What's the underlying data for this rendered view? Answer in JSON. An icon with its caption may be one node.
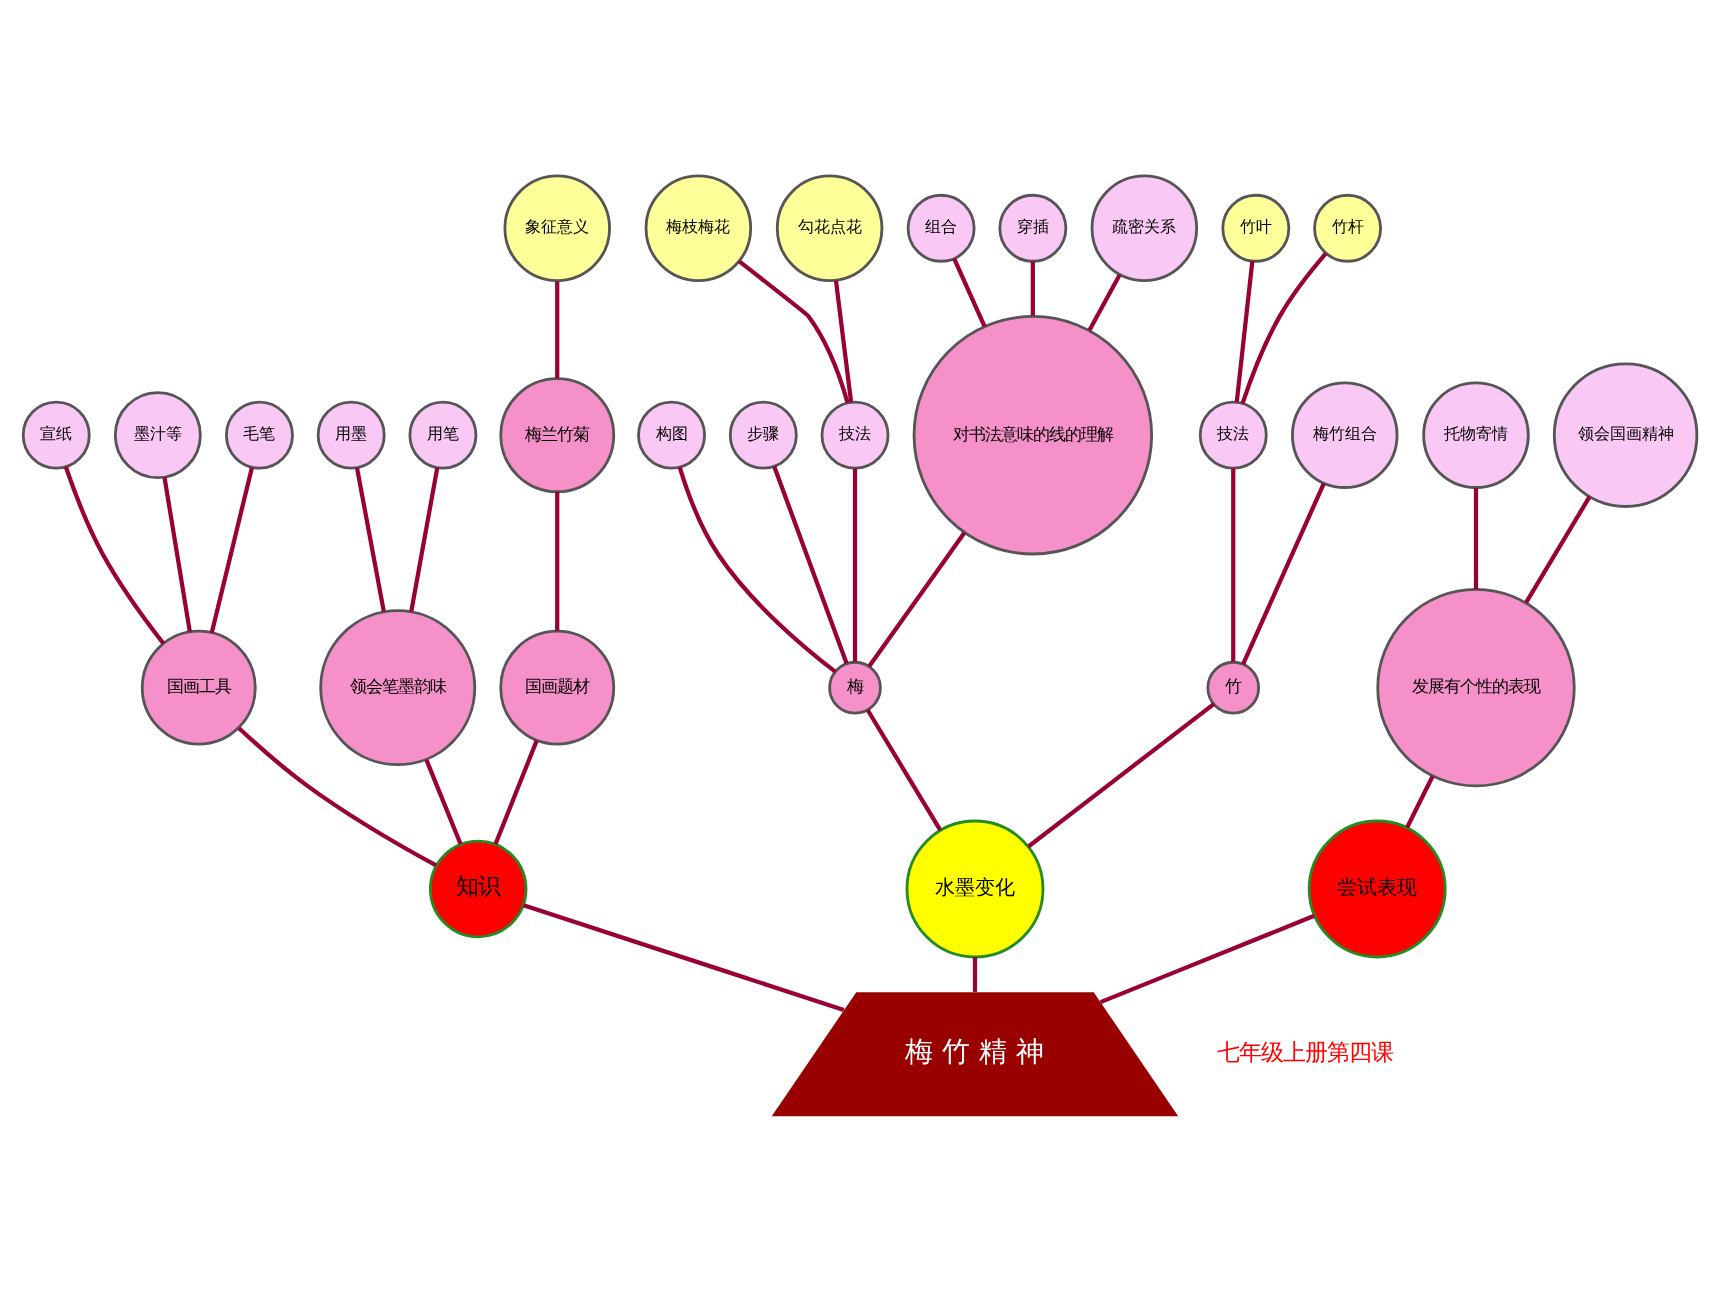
{
  "diagram": {
    "nodes": [
      {
        "text": [
          "梅 竹 精 神"
        ]
      },
      {
        "text": [
          "知识"
        ]
      },
      {
        "text": [
          "国画工具"
        ]
      },
      {
        "text": [
          "宣纸"
        ]
      },
      {
        "text": [
          "墨汁等"
        ]
      },
      {
        "text": [
          "毛笔"
        ]
      },
      {
        "text": [
          "领会笔墨韵味"
        ]
      },
      {
        "text": [
          "用墨"
        ]
      },
      {
        "text": [
          "用笔"
        ]
      },
      {
        "text": [
          "国画题材"
        ]
      },
      {
        "text": [
          "梅兰竹菊"
        ]
      },
      {
        "text": [
          "象征意义"
        ]
      },
      {
        "text": [
          "水墨变化"
        ]
      },
      {
        "text": [
          "梅"
        ]
      },
      {
        "text": [
          "构图"
        ]
      },
      {
        "text": [
          "步骤"
        ]
      },
      {
        "text": [
          "技法"
        ]
      },
      {
        "text": [
          "梅枝梅花"
        ]
      },
      {
        "text": [
          "勾花点花"
        ]
      },
      {
        "text": [
          "对书法意味的线的理解"
        ]
      },
      {
        "text": [
          "组合"
        ]
      },
      {
        "text": [
          "穿插"
        ]
      },
      {
        "text": [
          "疏密关系"
        ]
      },
      {
        "text": [
          "竹"
        ]
      },
      {
        "text": [
          "技法"
        ]
      },
      {
        "text": [
          "竹叶"
        ]
      },
      {
        "text": [
          "竹杆"
        ]
      },
      {
        "text": [
          "梅竹组合"
        ]
      },
      {
        "text": [
          "尝试表现"
        ]
      },
      {
        "text": [
          "发展有个性的表现"
        ]
      },
      {
        "text": [
          "托物寄情"
        ]
      },
      {
        "text": [
          "领会国画精神"
        ]
      }
    ],
    "edges": [
      {
        "from": 0,
        "to": 1,
        "arrow": "none"
      },
      {
        "from": 1,
        "to": 2,
        "arrow": "none"
      },
      {
        "from": 2,
        "to": 3,
        "arrow": "none"
      },
      {
        "from": 2,
        "to": 4,
        "arrow": "none"
      },
      {
        "from": 2,
        "to": 5,
        "arrow": "none"
      },
      {
        "from": 1,
        "to": 6,
        "arrow": "none"
      },
      {
        "from": 6,
        "to": 7,
        "arrow": "none"
      },
      {
        "from": 6,
        "to": 8,
        "arrow": "none"
      },
      {
        "from": 1,
        "to": 9,
        "arrow": "none"
      },
      {
        "from": 9,
        "to": 10,
        "arrow": "none"
      },
      {
        "from": 10,
        "to": 11,
        "arrow": "none"
      },
      {
        "from": 0,
        "to": 12,
        "arrow": "none"
      },
      {
        "from": 12,
        "to": 13,
        "arrow": "none"
      },
      {
        "from": 13,
        "to": 14,
        "arrow": "none"
      },
      {
        "from": 13,
        "to": 15,
        "arrow": "none"
      },
      {
        "from": 13,
        "to": 16,
        "arrow": "none"
      },
      {
        "from": 16,
        "to": 17,
        "arrow": "none"
      },
      {
        "from": 16,
        "to": 18,
        "arrow": "none"
      },
      {
        "from": 13,
        "to": 19,
        "arrow": "none"
      },
      {
        "from": 19,
        "to": 20,
        "arrow": "none"
      },
      {
        "from": 19,
        "to": 21,
        "arrow": "none"
      },
      {
        "from": 19,
        "to": 22,
        "arrow": "none"
      },
      {
        "from": 12,
        "to": 23,
        "arrow": "none"
      },
      {
        "from": 23,
        "to": 24,
        "arrow": "none"
      },
      {
        "from": 24,
        "to": 25,
        "arrow": "none"
      },
      {
        "from": 24,
        "to": 26,
        "arrow": "none"
      },
      {
        "from": 23,
        "to": 27,
        "arrow": "none"
      },
      {
        "from": 0,
        "to": 28,
        "arrow": "none"
      },
      {
        "from": 28,
        "to": 29,
        "arrow": "none"
      },
      {
        "from": 29,
        "to": 30,
        "arrow": "none"
      },
      {
        "from": 29,
        "to": 31,
        "arrow": "none"
      }
    ],
    "labels": [
      "七年级上册第四课"
    ]
  }
}
